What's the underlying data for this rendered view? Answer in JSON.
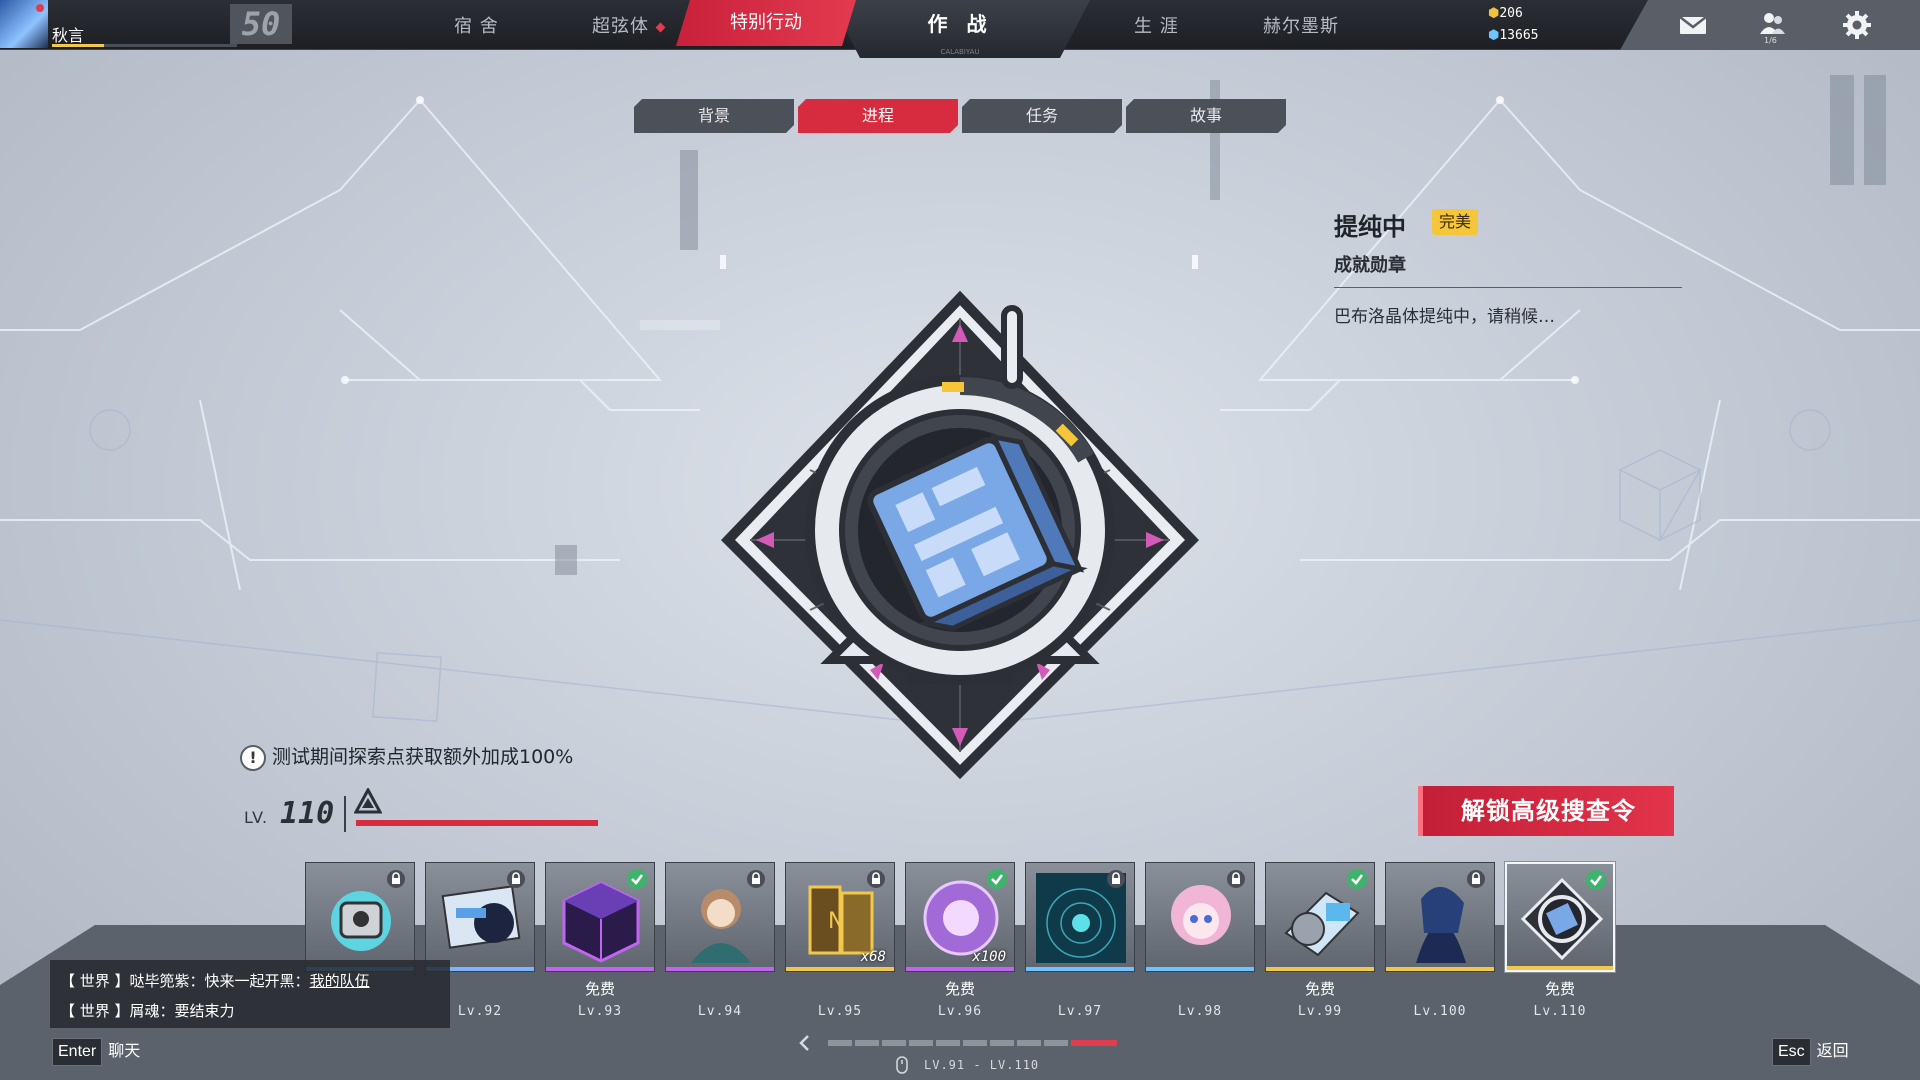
{
  "player": {
    "name": "秋言",
    "level": "50",
    "exp_fraction": 0.28
  },
  "nav": {
    "dorm": "宿 舍",
    "hyperstring": "超弦体",
    "special_ops": "特别行动",
    "combat": "作 战",
    "combat_sub": "CALABIYAU",
    "career": "生 涯",
    "hermes": "赫尔墨斯"
  },
  "currency": {
    "gold": "206",
    "crystal": "13665"
  },
  "friends": {
    "count": "1/6"
  },
  "icons": {
    "mail": "mail-icon",
    "friends": "friends-icon",
    "settings": "gear-icon"
  },
  "tabs": [
    {
      "label": "背景"
    },
    {
      "label": "进程"
    },
    {
      "label": "任务"
    },
    {
      "label": "故事"
    }
  ],
  "medal": {
    "title": "提纯中",
    "badge": "完美",
    "type": "成就勋章",
    "description": "巴布洛晶体提纯中，请稍候…"
  },
  "notice": {
    "icon_text": "!",
    "text": "测试期间探索点获取额外加成100%"
  },
  "level": {
    "prefix": "LV.",
    "value": "110",
    "progress": 1.0
  },
  "unlock_button": "解锁高级搜查令",
  "rewards": [
    {
      "lv": "",
      "free": "",
      "status": "locked",
      "rarity": "#6fc3ff",
      "art": "robot"
    },
    {
      "lv": "Lv.92",
      "free": "",
      "status": "locked",
      "rarity": "#7fb4ff",
      "art": "card"
    },
    {
      "lv": "Lv.93",
      "free": "免费",
      "status": "claimed",
      "rarity": "#c164f0",
      "art": "cube"
    },
    {
      "lv": "Lv.94",
      "free": "",
      "status": "locked",
      "rarity": "#c164f0",
      "art": "girl"
    },
    {
      "lv": "Lv.95",
      "free": "",
      "status": "locked",
      "rarity": "#f1c84b",
      "art": "box",
      "qty": "x68"
    },
    {
      "lv": "Lv.96",
      "free": "免费",
      "status": "claimed",
      "rarity": "#c164f0",
      "art": "orb",
      "qty": "x100"
    },
    {
      "lv": "Lv.97",
      "free": "",
      "status": "locked",
      "rarity": "#6fc3ff",
      "art": "planet"
    },
    {
      "lv": "Lv.98",
      "free": "",
      "status": "locked",
      "rarity": "#6fc3ff",
      "art": "chibi"
    },
    {
      "lv": "Lv.99",
      "free": "免费",
      "status": "claimed",
      "rarity": "#f1c84b",
      "art": "device"
    },
    {
      "lv": "Lv.100",
      "free": "",
      "status": "locked",
      "rarity": "#f1c84b",
      "art": "warrior"
    },
    {
      "lv": "Lv.110",
      "free": "免费",
      "status": "claimed",
      "rarity": "#f1c84b",
      "art": "medal"
    }
  ],
  "pager": {
    "range": "LV.91 - LV.110",
    "segments": 10,
    "active": 9
  },
  "chat": {
    "line1_channel": "【 世界 】",
    "line1_text": "哒毕篼紫：快来一起开黑：",
    "line1_link": "我的队伍",
    "line2_channel": "【 世界 】",
    "line2_text": "屑魂：要结束力"
  },
  "keys": {
    "enter_key": "Enter",
    "enter_label": "聊天",
    "esc_key": "Esc",
    "esc_label": "返回"
  },
  "colors": {
    "accent": "#d72b3f",
    "gold": "#f5c63a",
    "medal_blue": "#7aa7e6"
  }
}
